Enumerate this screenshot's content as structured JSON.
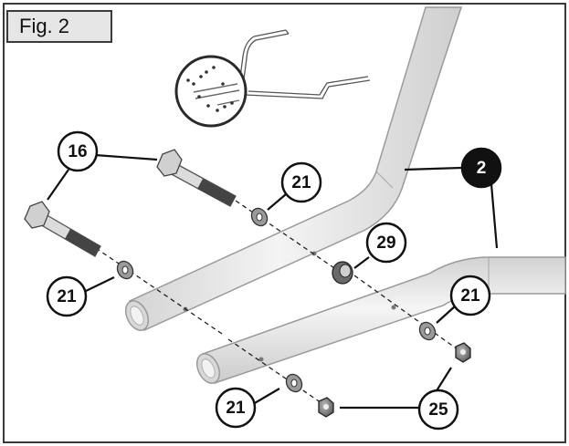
{
  "figure": {
    "label": "Fig. 2"
  },
  "callouts": {
    "c16": "16",
    "c21_top": "21",
    "c2": "2",
    "c29": "29",
    "c21_left": "21",
    "c21_right": "21",
    "c21_bottom": "21",
    "c25": "25"
  },
  "colors": {
    "outline": "#3a3a3a",
    "tube_fill": "#e3e3e3",
    "tube_stroke": "#9a9a9a",
    "highlight": "#111111",
    "fig_bg": "#e6e6e6"
  }
}
